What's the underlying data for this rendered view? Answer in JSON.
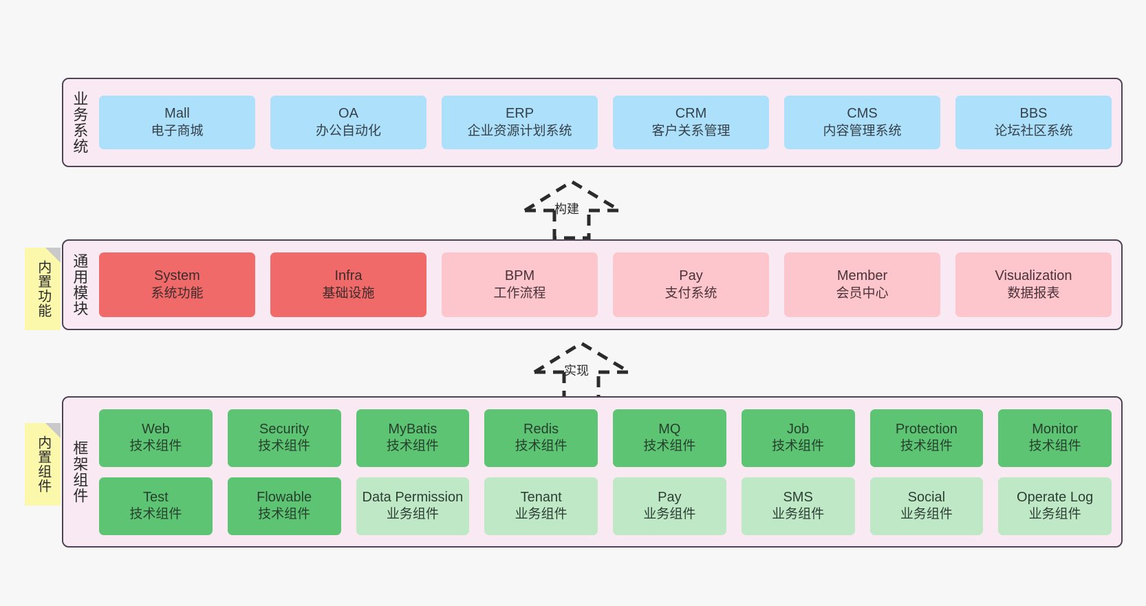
{
  "diagram": {
    "background": "#f7f7f7",
    "layers": [
      {
        "id": "business-system",
        "title": "业务系统",
        "rows": [
          {
            "style": "blue",
            "cards": [
              {
                "name": "Mall",
                "desc": "电子商城"
              },
              {
                "name": "OA",
                "desc": "办公自动化"
              },
              {
                "name": "ERP",
                "desc": "企业资源计划系统"
              },
              {
                "name": "CRM",
                "desc": "客户关系管理"
              },
              {
                "name": "CMS",
                "desc": "内容管理系统"
              },
              {
                "name": "BBS",
                "desc": "论坛社区系统"
              }
            ]
          }
        ]
      },
      {
        "id": "common-module",
        "title": "通用模块",
        "rows": [
          {
            "style": "mixed",
            "cards": [
              {
                "name": "System",
                "desc": "系统功能",
                "style": "red"
              },
              {
                "name": "Infra",
                "desc": "基础设施",
                "style": "red"
              },
              {
                "name": "BPM",
                "desc": "工作流程",
                "style": "pink"
              },
              {
                "name": "Pay",
                "desc": "支付系统",
                "style": "pink"
              },
              {
                "name": "Member",
                "desc": "会员中心",
                "style": "pink"
              },
              {
                "name": "Visualization",
                "desc": "数据报表",
                "style": "pink"
              }
            ]
          }
        ]
      },
      {
        "id": "framework-component",
        "title": "框架组件",
        "rows": [
          {
            "style": "green",
            "cards": [
              {
                "name": "Web",
                "desc": "技术组件"
              },
              {
                "name": "Security",
                "desc": "技术组件"
              },
              {
                "name": "MyBatis",
                "desc": "技术组件"
              },
              {
                "name": "Redis",
                "desc": "技术组件"
              },
              {
                "name": "MQ",
                "desc": "技术组件"
              },
              {
                "name": "Job",
                "desc": "技术组件"
              },
              {
                "name": "Protection",
                "desc": "技术组件"
              },
              {
                "name": "Monitor",
                "desc": "技术组件"
              }
            ]
          },
          {
            "style": "mixed-green",
            "cards": [
              {
                "name": "Test",
                "desc": "技术组件",
                "style": "green"
              },
              {
                "name": "Flowable",
                "desc": "技术组件",
                "style": "green"
              },
              {
                "name": "Data Permission",
                "desc": "业务组件",
                "style": "lgreen"
              },
              {
                "name": "Tenant",
                "desc": "业务组件",
                "style": "lgreen"
              },
              {
                "name": "Pay",
                "desc": "业务组件",
                "style": "lgreen"
              },
              {
                "name": "SMS",
                "desc": "业务组件",
                "style": "lgreen"
              },
              {
                "name": "Social",
                "desc": "业务组件",
                "style": "lgreen"
              },
              {
                "name": "Operate Log",
                "desc": "业务组件",
                "style": "lgreen"
              }
            ]
          }
        ]
      }
    ],
    "stickies": [
      {
        "id": "builtin-feature",
        "label": "内置功能"
      },
      {
        "id": "builtin-component",
        "label": "内置组件"
      }
    ],
    "arrows": [
      {
        "id": "build-arrow",
        "label": "构建"
      },
      {
        "id": "implement-arrow",
        "label": "实现"
      }
    ],
    "colors": {
      "layer_bg": "#f9e9f3",
      "layer_border": "#4d4352",
      "blue": "#ade1fb",
      "red": "#f16a6a",
      "pink": "#fdc6cd",
      "green": "#5cc472",
      "light_green": "#bfe8c6",
      "sticky": "#fbf8ab",
      "canvas": "#f7f7f7"
    }
  }
}
